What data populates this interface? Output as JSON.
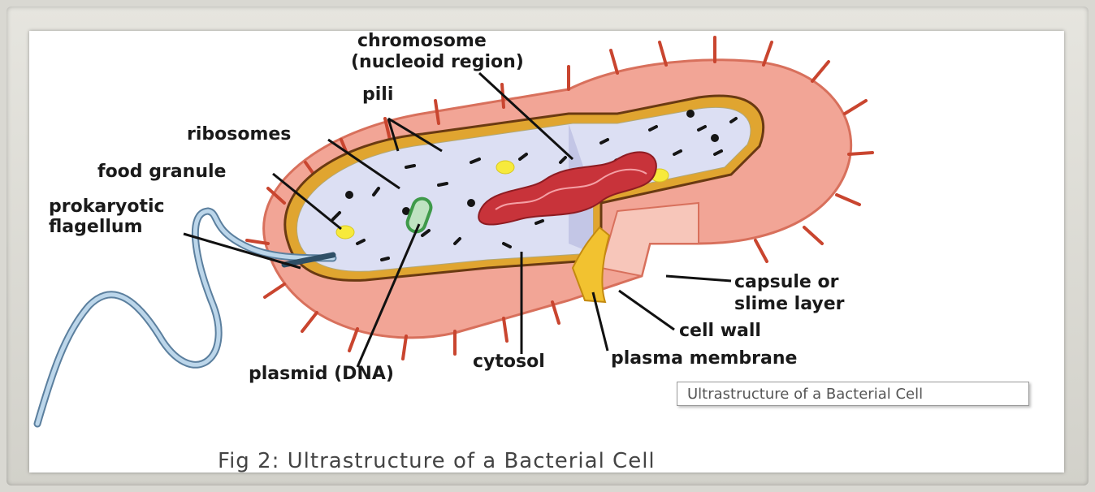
{
  "labels": {
    "chromosome": "chromosome",
    "nucleoid_region": "(nucleoid region)",
    "pili": "pili",
    "ribosomes": "ribosomes",
    "food_granule": "food granule",
    "flagellum_1": "prokaryotic",
    "flagellum_2": "flagellum",
    "plasmid": "plasmid (DNA)",
    "cytosol": "cytosol",
    "plasma_membrane": "plasma membrane",
    "cell_wall": "cell wall",
    "capsule_1": "capsule or",
    "capsule_2": "slime layer"
  },
  "tooltip": "Ultrastructure of a Bacterial Cell",
  "caption": "Fig 2: Ultrastructure of a Bacterial Cell",
  "colors": {
    "capsule": "#f2a596",
    "capsule_edge": "#d8705c",
    "pili": "#c9452f",
    "cell_wall": "#6a3a12",
    "membrane": "#e0a530",
    "cytosol": "#dcdff3",
    "nucleoid": "#c8333a",
    "plasmid": "#3f9a4a",
    "granule": "#f7ea3c",
    "flagellum": "#7aa9c9"
  }
}
